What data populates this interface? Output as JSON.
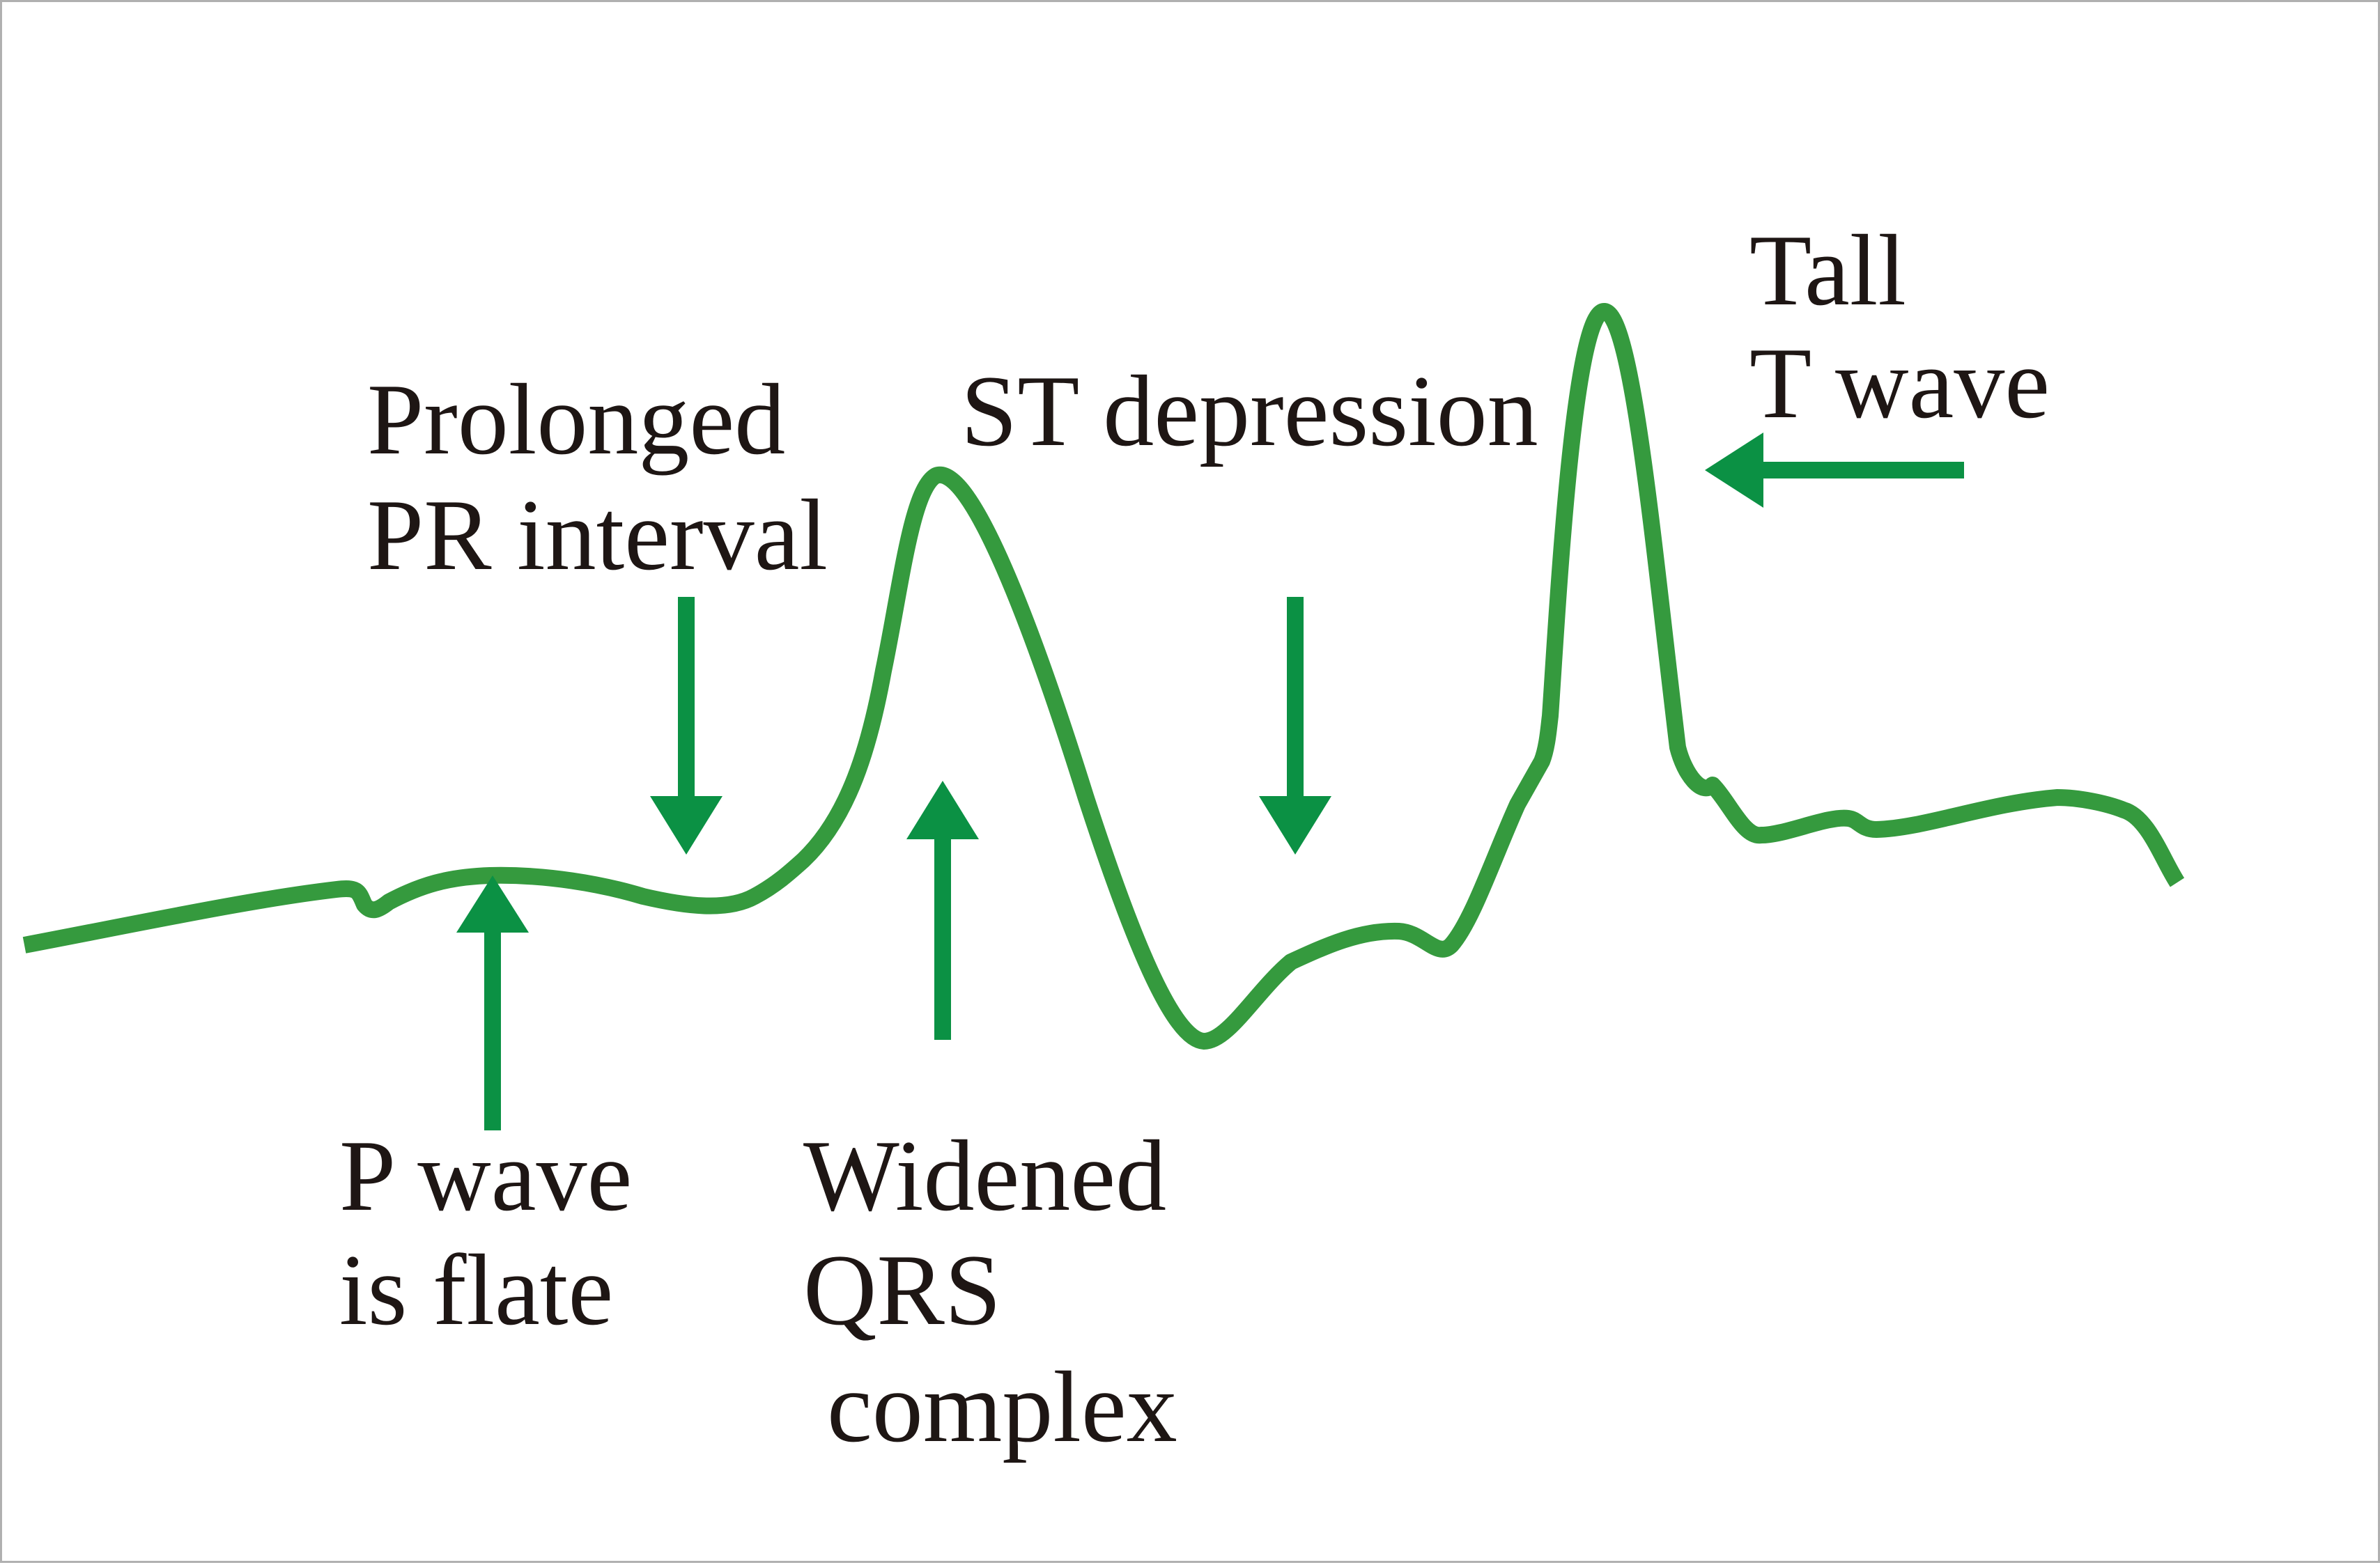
{
  "colors": {
    "trace": "#359a3e",
    "arrow": "#0b9144",
    "text": "#1e1614",
    "background": "#ffffff",
    "border": "#b0b0b0"
  },
  "labels": {
    "p_wave": {
      "line1": "P wave",
      "line2": "is flate"
    },
    "pr_interval": {
      "line1": "Prolonged",
      "line2": "PR interval"
    },
    "qrs": {
      "line1": "Widened",
      "line2": "QRS",
      "line3": "complex"
    },
    "st": {
      "line1": "ST depression"
    },
    "t_wave": {
      "line1": "Tall",
      "line2": "T wave"
    }
  }
}
